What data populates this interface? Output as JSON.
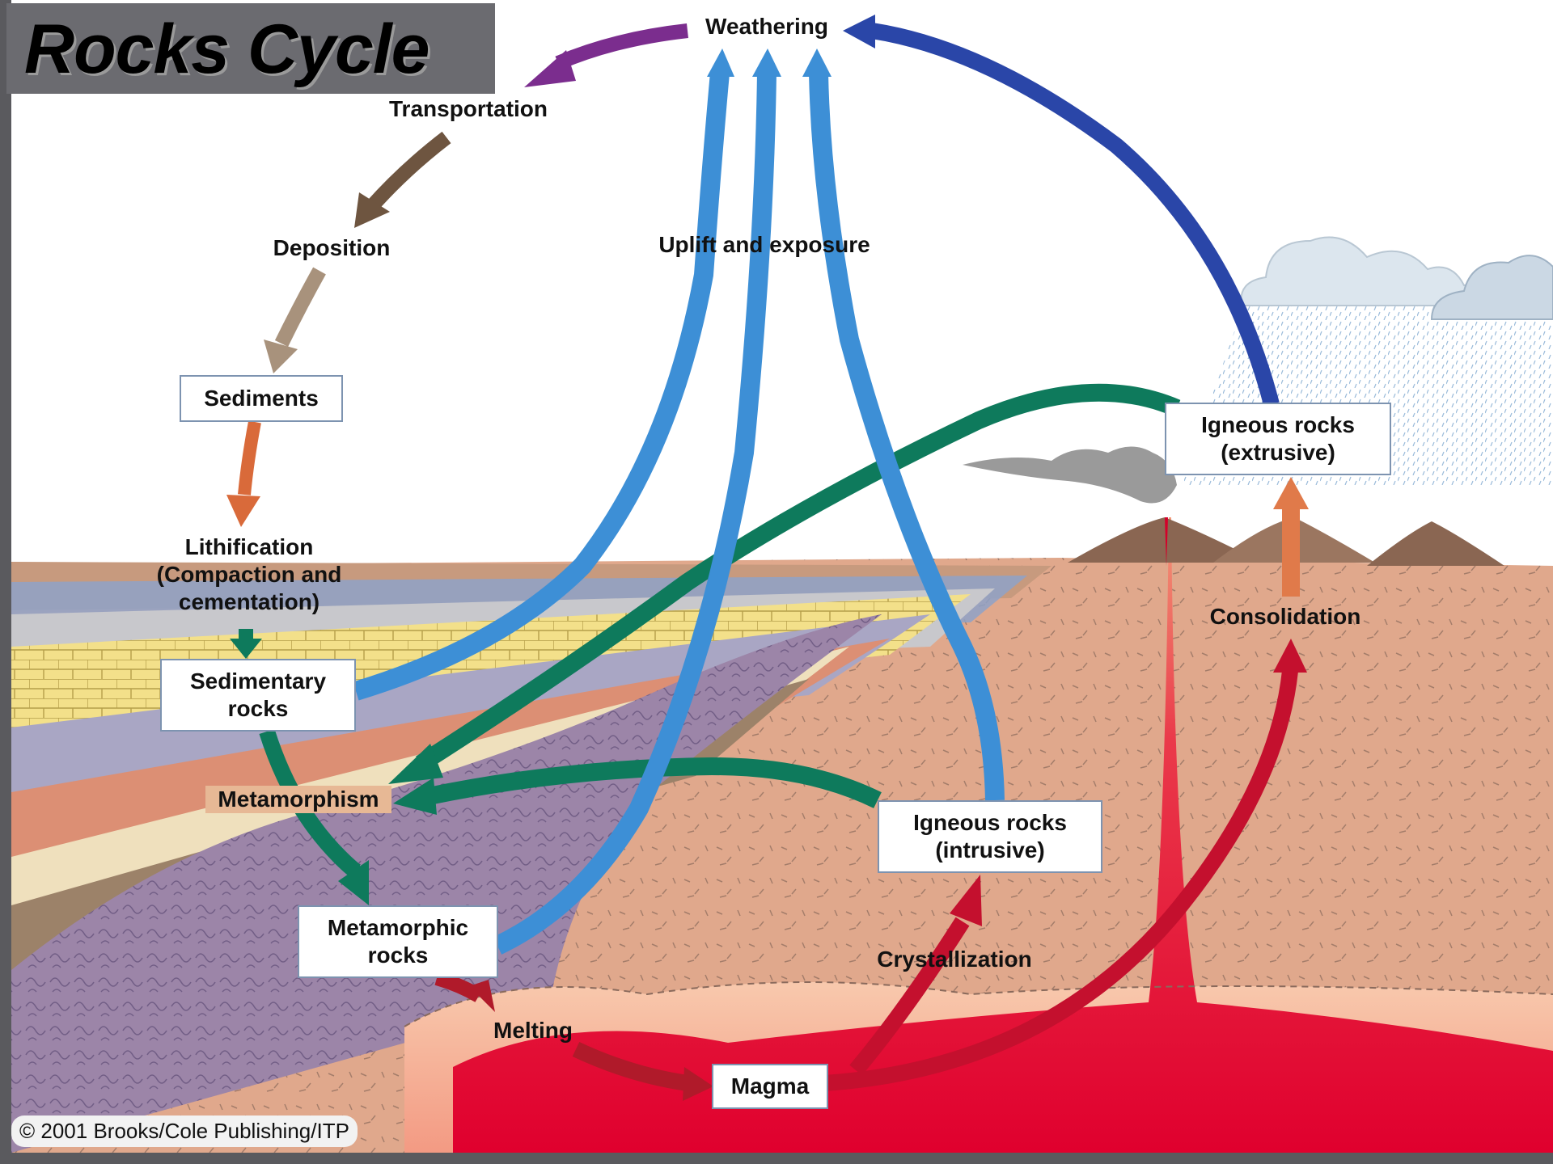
{
  "title": "Rocks Cycle",
  "processes": {
    "weathering": "Weathering",
    "transportation": "Transportation",
    "deposition": "Deposition",
    "lithification": [
      "Lithification",
      "(Compaction and",
      "cementation)"
    ],
    "uplift": "Uplift and exposure",
    "metamorphism": "Metamorphism",
    "melting": "Melting",
    "crystallization": "Crystallization",
    "consolidation": "Consolidation"
  },
  "materials": {
    "sediments": "Sediments",
    "sedimentary": [
      "Sedimentary",
      "rocks"
    ],
    "metamorphic": [
      "Metamorphic",
      "rocks"
    ],
    "igneous_intrusive": [
      "Igneous rocks",
      "(intrusive)"
    ],
    "igneous_extrusive": [
      "Igneous rocks",
      "(extrusive)"
    ],
    "magma": "Magma"
  },
  "copyright": "© 2001 Brooks/Cole Publishing/ITP",
  "colors": {
    "weathering_arrow": "#7b2d8e",
    "transport_arrow": "#6e5540",
    "deposition_arrow": "#a8927c",
    "lithification_arrow": "#d96a3a",
    "uplift_arrow": "#3d8fd6",
    "metamorphism_arrow": "#0e7a5c",
    "extrusive_to_weathering_arrow": "#2a46a8",
    "magma_arrow": "#c4102e",
    "consolidation_arrow": "#e07a4a"
  }
}
